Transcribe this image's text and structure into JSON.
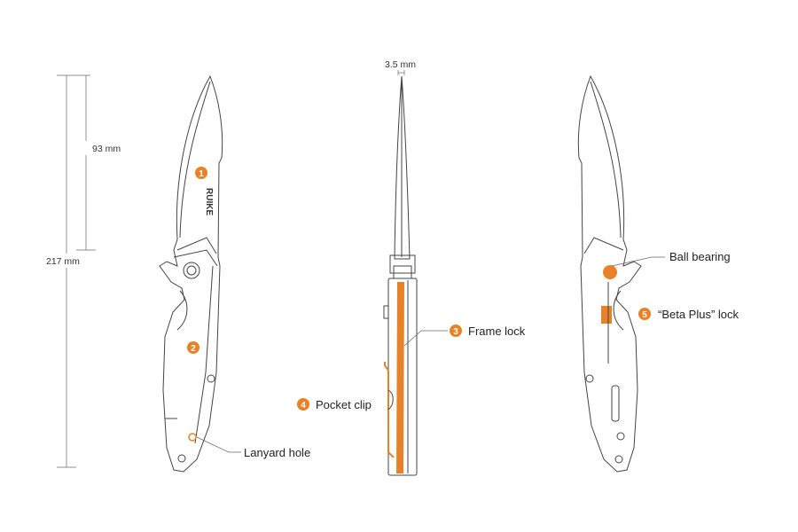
{
  "dimensions": {
    "total_length": "217 mm",
    "blade_length": "93 mm",
    "blade_thickness": "3.5 mm"
  },
  "brand_logo": "RUIKE",
  "callouts": [
    {
      "number": "1",
      "label": ""
    },
    {
      "number": "2",
      "label": ""
    },
    {
      "number": "3",
      "label": "Frame lock"
    },
    {
      "number": "4",
      "label": "Pocket clip"
    },
    {
      "number": "5",
      "label": "“Beta Plus” lock"
    }
  ],
  "labels": {
    "lanyard_hole": "Lanyard hole",
    "ball_bearing": "Ball bearing"
  },
  "colors": {
    "accent": "#e8822a",
    "line": "#444444"
  }
}
